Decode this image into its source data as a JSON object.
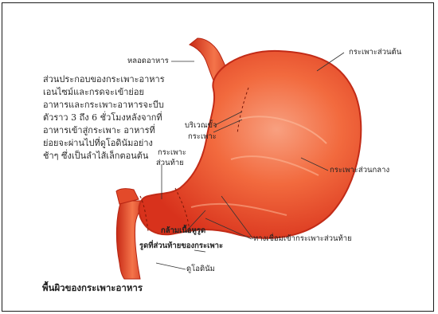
{
  "intro_lines": [
    "ส่วนประกอบของกระเพาะอาหาร",
    "เอนไซม์และกรดจะเข้าย่อย",
    "อาหารและกระเพาะอาหารจะบีบ",
    "ตัวราว 3 ถึง 6 ชั่วโมงหลังจากที่",
    "อาหารเข้าสู่กระเพาะ อาหารที่",
    "ย่อยจะผ่านไปที่ดูโอดินัมอย่าง",
    "ช้าๆ ซึ่งเป็นลำไส้เล็กตอนต้น"
  ],
  "labels": {
    "esophagus": "หลอดอาหาร",
    "fundus": "กระเพาะส่วนต้น",
    "cardia_line1": "บริเวณขั้ว",
    "cardia_line2": "กระเพาะ",
    "body": "กระเพาะส่วนกลาง",
    "antrum_line1": "กระเพาะ",
    "antrum_line2": "ส่วนท้าย",
    "pyloric_muscle": "กล้ามเนื้อหูรูด",
    "pylorus": "รูดที่ส่วนท้ายของกระเพาะ",
    "duodenum": "ดูโอดินัม",
    "pyloric_canal": "ทางเชื่อมเข้ากระเพาะส่วนท้าย"
  },
  "caption": "พื้นผิวของกระเพาะอาหาร",
  "colors": {
    "tissue_outer": "#d8321c",
    "tissue_inner": "#f26a3e",
    "tissue_highlight": "#f8a080",
    "frame": "#1b1b1b",
    "leader": "#333333"
  }
}
